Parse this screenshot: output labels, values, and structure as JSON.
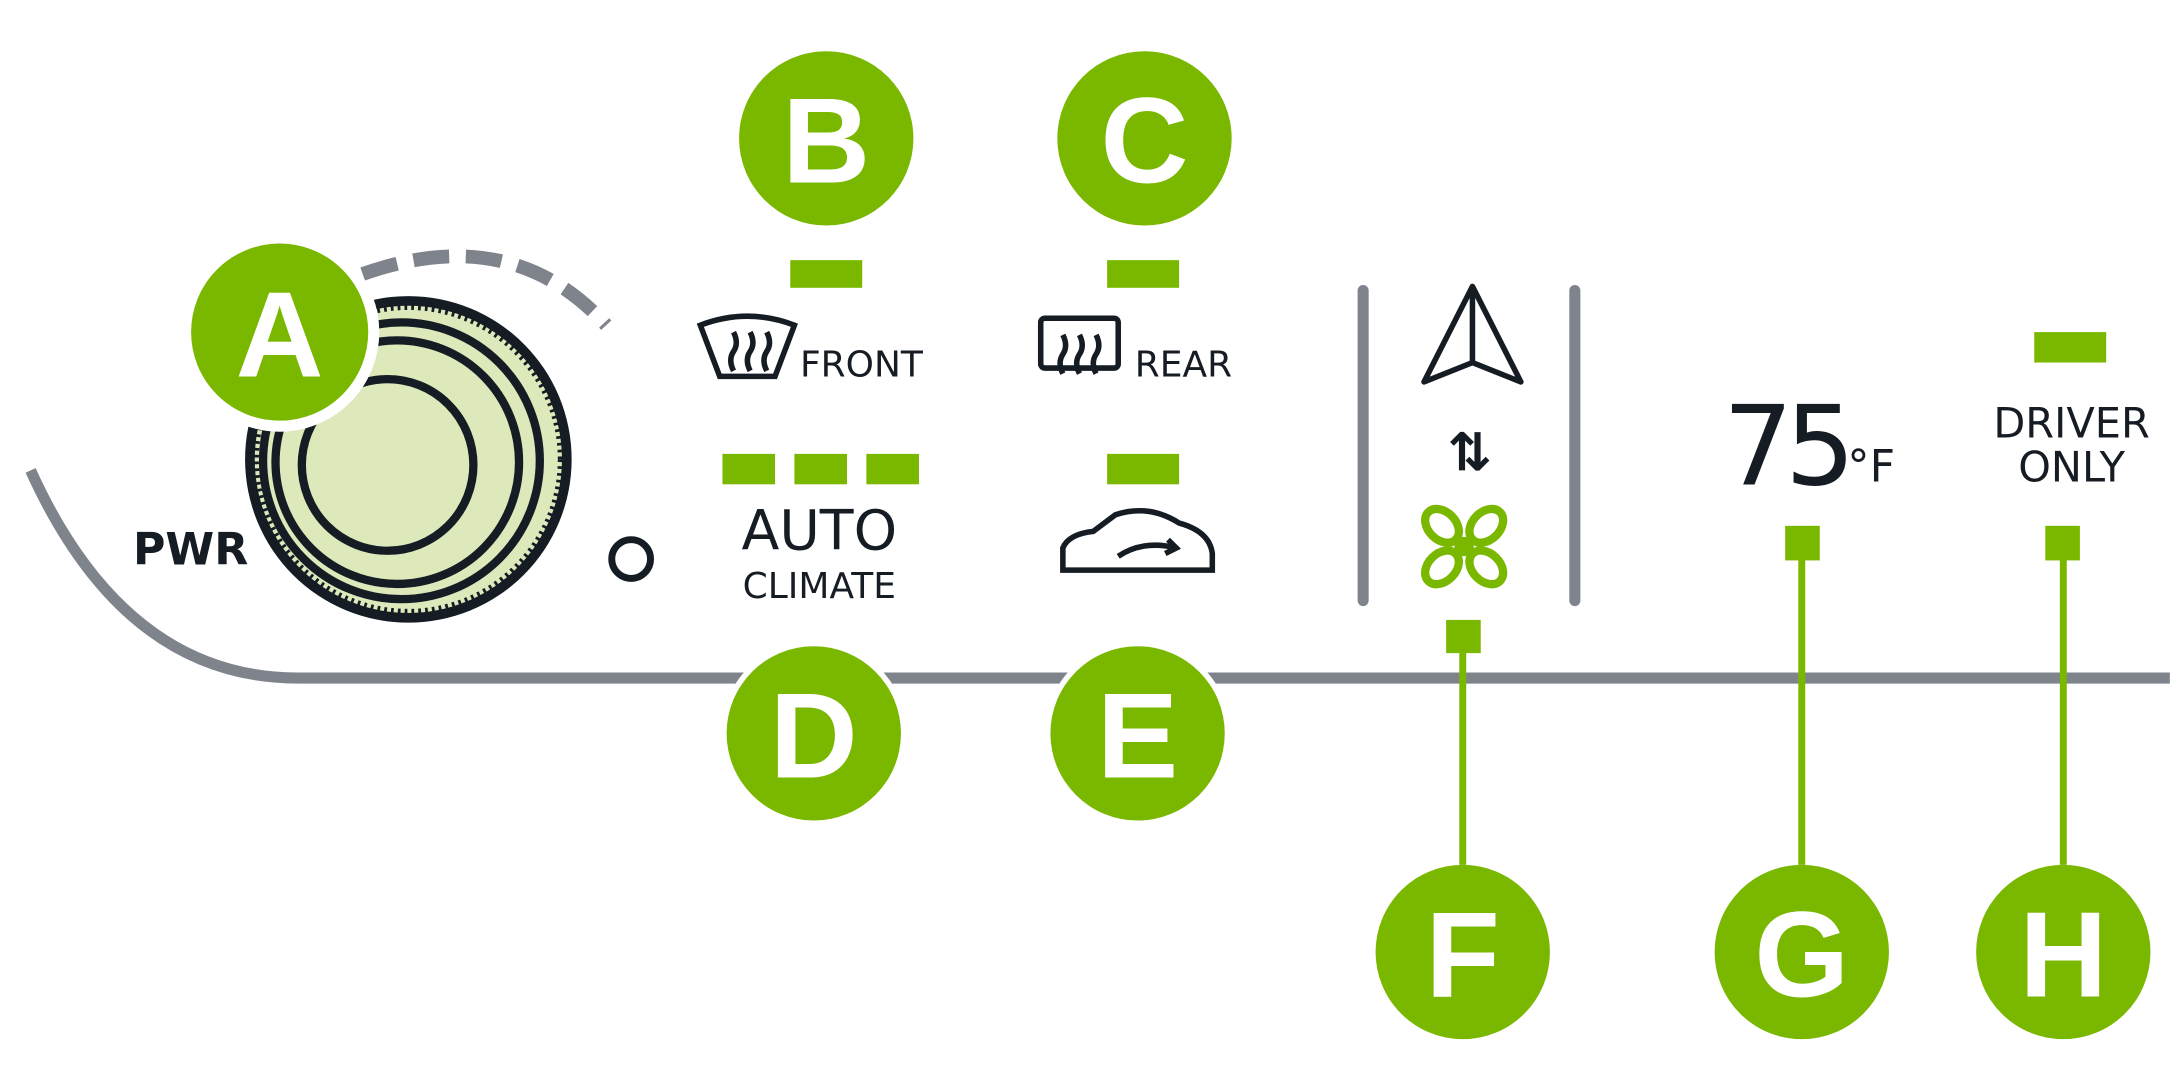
{
  "colors": {
    "accent": "#7ab800",
    "line": "#7f838c",
    "ink": "#161c24",
    "knob": "#dde8bb"
  },
  "callouts": {
    "a": "A",
    "b": "B",
    "c": "C",
    "d": "D",
    "e": "E",
    "f": "F",
    "g": "G",
    "h": "H"
  },
  "power": {
    "label": "PWR"
  },
  "front_defrost": {
    "label": "FRONT",
    "icon": "front-defrost-icon"
  },
  "rear_defrost": {
    "label": "REAR",
    "icon": "rear-defrost-icon"
  },
  "auto_climate": {
    "line1": "AUTO",
    "line2": "CLIMATE"
  },
  "recirculation": {
    "icon": "car-recirculation-icon"
  },
  "mode": {
    "icons": [
      "air-direction-icon",
      "up-down-arrows-icon",
      "fan-icon"
    ],
    "arrows": "⇅"
  },
  "temperature": {
    "value": "75",
    "unit": "°F"
  },
  "driver_only": {
    "line1": "DRIVER",
    "line2": "ONLY"
  }
}
